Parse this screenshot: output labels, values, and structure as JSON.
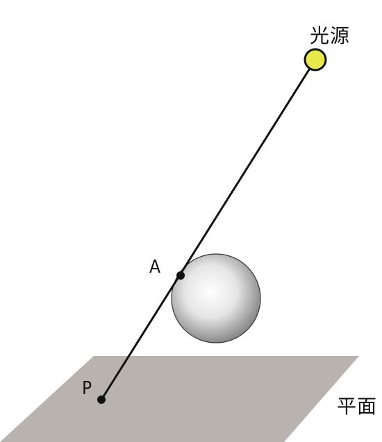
{
  "labels": {
    "light_source": "光源",
    "plane": "平面",
    "point_a": "A",
    "point_p": "P"
  },
  "colors": {
    "background": "#ffffff",
    "plane_fill": "#b8b3ae",
    "light_fill": "#e8e84a",
    "light_stroke": "#111111",
    "line": "#111111",
    "sphere_highlight": "#ffffff",
    "sphere_mid": "#e5e5e5",
    "sphere_shadow": "#7d7d7d",
    "point_fill": "#111111"
  }
}
